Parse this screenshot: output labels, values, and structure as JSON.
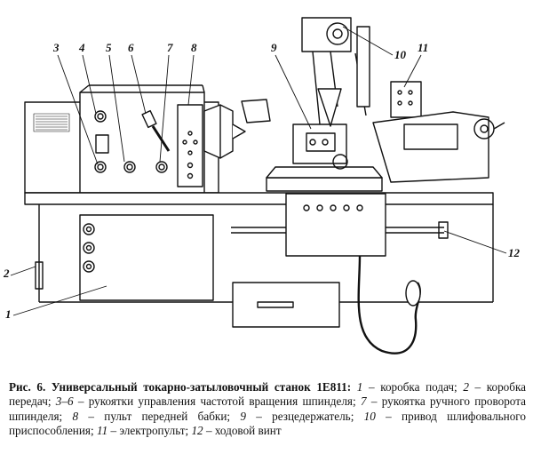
{
  "callouts": {
    "n1": "1",
    "n2": "2",
    "n3": "3",
    "n4": "4",
    "n5": "5",
    "n6": "6",
    "n7": "7",
    "n8": "8",
    "n9": "9",
    "n10": "10",
    "n11": "11",
    "n12": "12"
  },
  "caption": {
    "title": "Рис. 6. Универсальный токарно-затыловочный станок 1Е811:",
    "items": [
      {
        "num": "1",
        "text": " – коробка подач; "
      },
      {
        "num": "2",
        "text": " – коробка передач; "
      },
      {
        "num": "3–6",
        "text": " – рукоятки управления частотой вращения шпинделя; "
      },
      {
        "num": "7",
        "text": " – рукоятка ручного проворота шпинделя; "
      },
      {
        "num": "8",
        "text": " – пульт передней бабки; "
      },
      {
        "num": "9",
        "text": " – резцедержатель; "
      },
      {
        "num": "10",
        "text": " – привод шлифовального приспособления; "
      },
      {
        "num": "11",
        "text": " – электропульт; "
      },
      {
        "num": "12",
        "text": " – ходовой винт"
      }
    ]
  }
}
